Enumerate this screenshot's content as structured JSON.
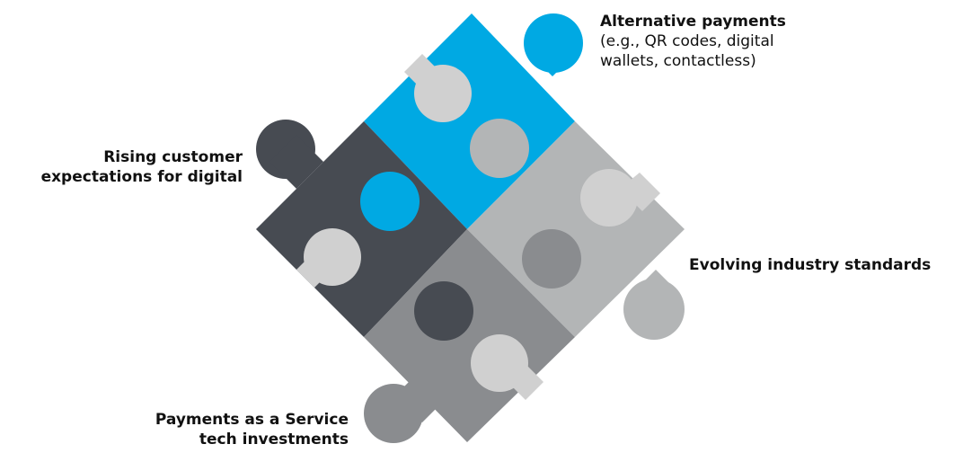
{
  "colors": {
    "blue": "#00a9e3",
    "dark": "#474b52",
    "light_gray": "#b3b5b6",
    "mid_gray": "#8a8c8f",
    "knob_light": "#d0d0d0"
  },
  "pieces": [
    {
      "name": "alternative-payments-piece",
      "color": "blue"
    },
    {
      "name": "rising-expectations-piece",
      "color": "dark"
    },
    {
      "name": "industry-standards-piece",
      "color": "light_gray"
    },
    {
      "name": "payments-as-a-service-piece",
      "color": "mid_gray"
    }
  ],
  "labels": {
    "alternative": {
      "title": "Alternative payments",
      "line1": "(e.g., QR codes, digital",
      "line2": "wallets, contactless)"
    },
    "rising": {
      "line1": "Rising customer",
      "line2": "expectations for digital"
    },
    "evolving": {
      "title": "Evolving industry standards"
    },
    "paas": {
      "line1": "Payments as a Service",
      "line2": "tech investments"
    }
  }
}
